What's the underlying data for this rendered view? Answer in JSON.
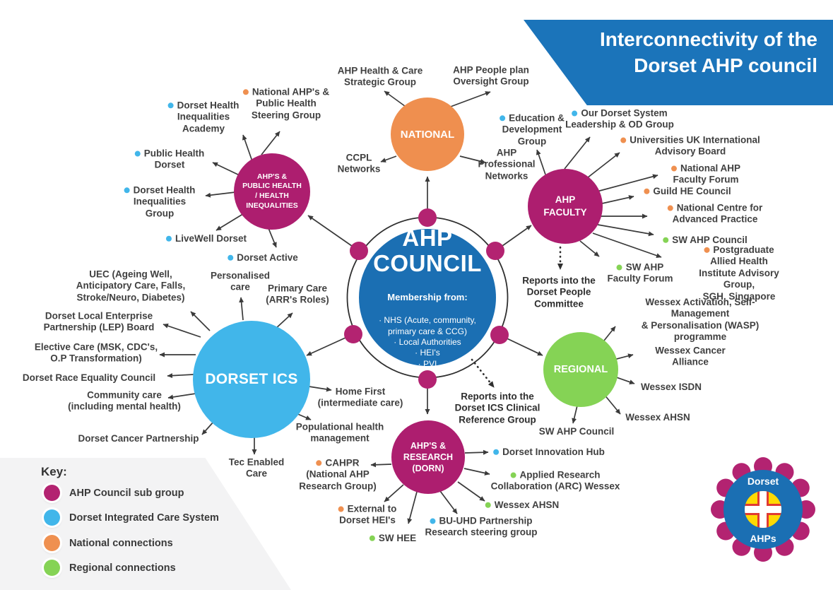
{
  "header": {
    "title": "Interconnectivity of the\nDorset AHP council"
  },
  "council": {
    "title": "AHP\nCOUNCIL",
    "membership_heading": "Membership from:",
    "membership": "· NHS (Acute, community,\nprimary care & CCG)\n· Local Authorities\n· HEI's\n· PVI"
  },
  "groups": {
    "national": {
      "label": "NATIONAL",
      "items": [
        {
          "text": "AHP Health & Care\nStrategic Group"
        },
        {
          "text": "AHP People plan\nOversight Group"
        },
        {
          "text": "CCPL\nNetworks"
        },
        {
          "text": "AHP\nProfessional\nNetworks"
        }
      ]
    },
    "public_health": {
      "label": "AHP'S &\nPUBLIC HEALTH\n/ HEALTH\nINEQUALITIES",
      "items": [
        {
          "dot": "#ef9050",
          "text": "National AHP's &\nPublic Health\nSteering Group"
        },
        {
          "dot": "#41b6ea",
          "text": "Dorset Health\nInequalities\nAcademy"
        },
        {
          "dot": "#41b6ea",
          "text": "Public Health\nDorset"
        },
        {
          "dot": "#41b6ea",
          "text": "Dorset Health\nInequalities\nGroup"
        },
        {
          "dot": "#41b6ea",
          "text": "LiveWell Dorset"
        },
        {
          "dot": "#41b6ea",
          "text": "Dorset Active"
        }
      ]
    },
    "faculty": {
      "label": "AHP\nFACULTY",
      "items": [
        {
          "dot": "#41b6ea",
          "text": "Education &\nDevelopment\nGroup"
        },
        {
          "dot": "#41b6ea",
          "text": "Our Dorset System\nLeadership & OD Group"
        },
        {
          "dot": "#ef9050",
          "text": "Universities UK International\nAdvisory Board"
        },
        {
          "dot": "#ef9050",
          "text": "National AHP\nFaculty Forum"
        },
        {
          "dot": "#ef9050",
          "text": "Guild HE Council"
        },
        {
          "dot": "#ef9050",
          "text": "National Centre for\nAdvanced Practice"
        },
        {
          "dot": "#85d355",
          "text": "SW AHP Council"
        },
        {
          "dot": "#ef9050",
          "text": "Postgraduate Allied Health\nInstitute Advisory Group,\nSGH, Singapore"
        },
        {
          "dot": "#85d355",
          "text": "SW AHP\nFaculty Forum"
        }
      ],
      "note": "Reports into the\nDorset People\nCommittee"
    },
    "dorset_ics": {
      "label": "DORSET ICS",
      "items": [
        {
          "text": "UEC (Ageing Well,\nAnticipatory Care, Falls,\nStroke/Neuro, Diabetes)"
        },
        {
          "text": "Personalised\ncare"
        },
        {
          "text": "Primary Care\n(ARR's Roles)"
        },
        {
          "text": "Dorset Local Enterprise\nPartnership (LEP) Board"
        },
        {
          "text": "Elective Care (MSK, CDC's,\nO.P Transformation)"
        },
        {
          "text": "Dorset Race Equality Council"
        },
        {
          "text": "Community care\n(including mental health)"
        },
        {
          "text": "Dorset Cancer Partnership"
        },
        {
          "text": "Tec Enabled\nCare"
        },
        {
          "text": "Populational health\nmanagement"
        },
        {
          "text": "Home First\n(intermediate care)"
        }
      ]
    },
    "regional": {
      "label": "REGIONAL",
      "items": [
        {
          "text": "Wessex Activation, Self-Management\n& Personalisation (WASP) programme"
        },
        {
          "text": "Wessex Cancer\nAlliance"
        },
        {
          "text": "Wessex ISDN"
        },
        {
          "text": "Wessex AHSN"
        },
        {
          "text": "SW AHP Council"
        }
      ]
    },
    "research": {
      "label": "AHP'S &\nRESEARCH\n(DORN)",
      "items": [
        {
          "dot": "#ef9050",
          "text": "CAHPR\n(National AHP\nResearch Group)"
        },
        {
          "dot": "#ef9050",
          "text": "External to\nDorset HEI's"
        },
        {
          "dot": "#85d355",
          "text": "SW HEE"
        },
        {
          "dot": "#41b6ea",
          "text": "BU-UHD Partnership\nResearch steering group"
        },
        {
          "dot": "#85d355",
          "text": "Wessex AHSN"
        },
        {
          "dot": "#85d355",
          "text": "Applied Research\nCollaboration (ARC) Wessex"
        },
        {
          "dot": "#41b6ea",
          "text": "Dorset Innovation Hub"
        }
      ],
      "note": "Reports into the\nDorset ICS Clinical\nReference Group"
    }
  },
  "key": {
    "title": "Key:",
    "items": [
      {
        "color": "#b32371",
        "label": "AHP Council sub group"
      },
      {
        "color": "#41b6ea",
        "label": "Dorset Integrated Care System"
      },
      {
        "color": "#ef9050",
        "label": "National connections"
      },
      {
        "color": "#85d355",
        "label": "Regional connections"
      }
    ]
  },
  "logo": {
    "top": "Dorset",
    "bottom": "AHPs"
  },
  "colors": {
    "magenta": "#ad1e6f",
    "council_blue": "#1b6fb3",
    "light_blue": "#41b6ea",
    "orange": "#ef8f4f",
    "green": "#85d355",
    "banner_blue": "#1b74ba"
  }
}
